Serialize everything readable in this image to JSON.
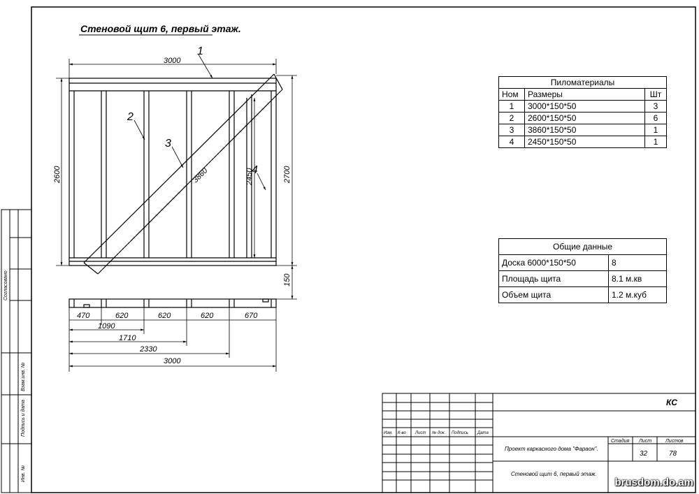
{
  "title": "Стеновой щит 6, первый этаж.",
  "callouts": [
    "1",
    "2",
    "3",
    "4"
  ],
  "dimensions": {
    "top_width": "3000",
    "left_height": "2600",
    "right_height": "2700",
    "inner_height": "2450",
    "diagonal": "3860",
    "bottom_offset": "150",
    "spacings": [
      "470",
      "620",
      "620",
      "620",
      "670"
    ],
    "cumulative": [
      "1090",
      "1710",
      "2330",
      "3000"
    ]
  },
  "lumber": {
    "title": "Пиломатериалы",
    "headers": [
      "Ном",
      "Размеры",
      "Шт"
    ],
    "rows": [
      [
        "1",
        "3000*150*50",
        "3"
      ],
      [
        "2",
        "2600*150*50",
        "6"
      ],
      [
        "3",
        "3860*150*50",
        "1"
      ],
      [
        "4",
        "2450*150*50",
        "1"
      ]
    ]
  },
  "general": {
    "title": "Общие данные",
    "rows": [
      [
        "Доска 6000*150*50",
        "8"
      ],
      [
        "Площадь щита",
        "8.1 м.кв"
      ],
      [
        "Объем щита",
        "1.2 м.куб"
      ]
    ]
  },
  "side_labels": [
    "Согласовано",
    "Взам.инв. №",
    "Подпись и дата",
    "Инв. №"
  ],
  "stamp": {
    "code": "КС",
    "cols": [
      "Изм.",
      "К-во",
      "Лист",
      "№ док.",
      "Подпись",
      "Дата"
    ],
    "project": "Проект каркасного дома \"Фараон\".",
    "sheet_title": "Стеновой щит 6, первый этаж.",
    "stage_label": "Стадия",
    "sheet_label": "Лист",
    "sheets_label": "Листов",
    "sheet": "32",
    "sheets": "78"
  },
  "watermark": "brusdom.do.am"
}
